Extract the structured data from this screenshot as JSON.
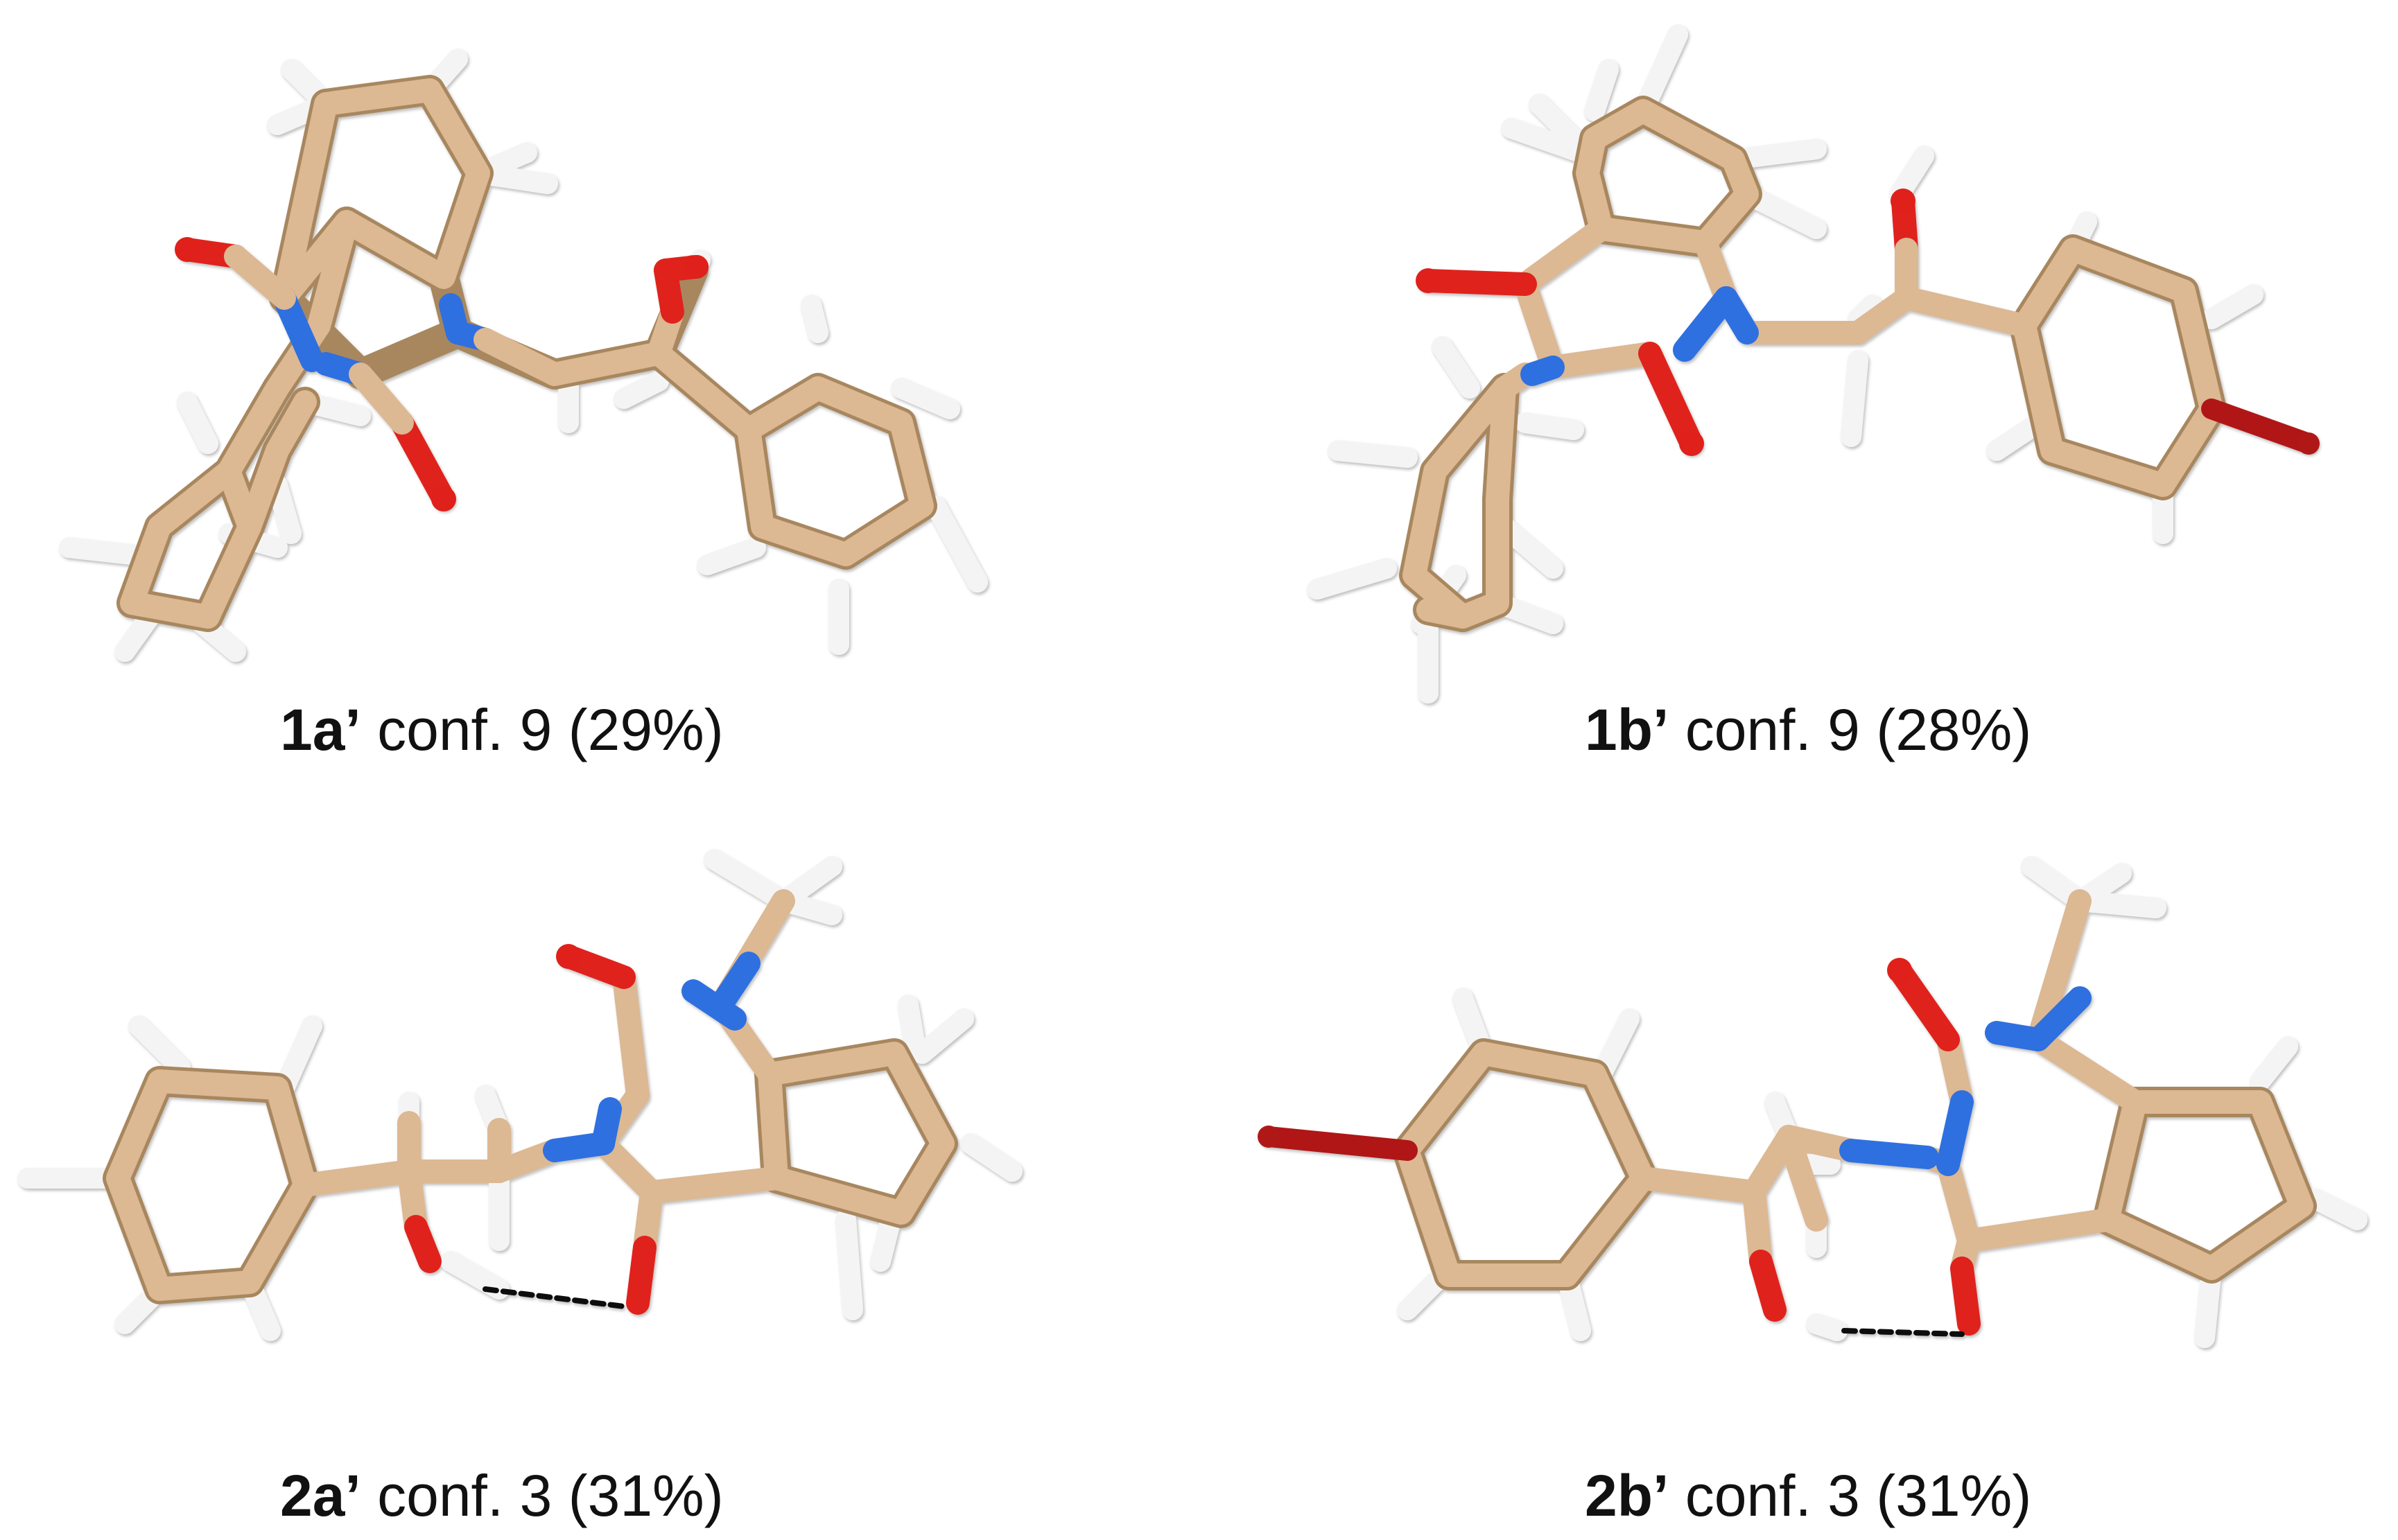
{
  "panels": [
    {
      "id": "1a",
      "label": "1a’",
      "conf_text": "conf. 9 (29%)"
    },
    {
      "id": "1b",
      "label": "1b’",
      "conf_text": "conf. 9 (28%)"
    },
    {
      "id": "2a",
      "label": "2a’",
      "conf_text": "conf. 3 (31%)"
    },
    {
      "id": "2b",
      "label": "2b’",
      "conf_text": "conf. 3 (31%)"
    }
  ],
  "colors": {
    "carbon": "#d9b48c",
    "carbon_edge": "#a8875f",
    "nitrogen": "#2f6fe0",
    "oxygen": "#e0201a",
    "bromine": "#b01818",
    "hydrogen": "#f2f2f2",
    "hbond": "#111111"
  }
}
